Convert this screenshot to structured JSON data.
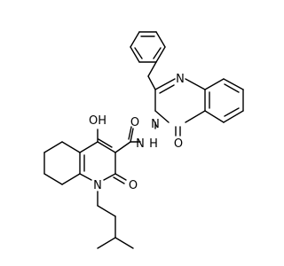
{
  "atom_labels": {
    "n_quinazoline_upper": "N",
    "n_quinazoline_lower": "N",
    "o_quinazolinone": "O",
    "n_amide": "N",
    "h_amide": "H",
    "o_amide": "O",
    "oh_hydroxy": "OH",
    "o_pyridone": "O",
    "n_pyridone": "N"
  },
  "colors": {
    "bond": "#000000",
    "background": "#ffffff"
  }
}
